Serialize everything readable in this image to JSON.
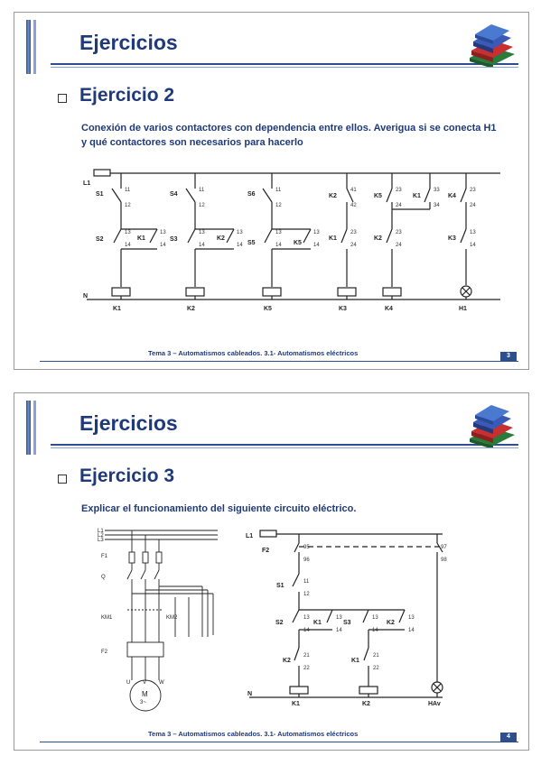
{
  "slides": [
    {
      "title": "Ejercicios",
      "subtitle": "Ejercicio 2",
      "description": "Conexión de varios contactores con dependencia entre ellos. Averigua si se conecta H1 y qué contactores son necesarios para hacerlo",
      "footer": "Tema 3 – Automatismos cableados. 3.1- Automatismos eléctricos",
      "page": "3"
    },
    {
      "title": "Ejercicios",
      "subtitle": "Ejercicio 3",
      "description": "Explicar el funcionamiento del siguiente circuito eléctrico.",
      "footer": "Tema 3 – Automatismos cableados. 3.1- Automatismos eléctricos",
      "page": "4"
    }
  ],
  "diagram1": {
    "L": "L1",
    "N": "N",
    "columns": [
      {
        "top_label": "S1",
        "top_n": [
          "11",
          "12"
        ],
        "mid_left": "S2",
        "mid_right": "K1",
        "mid_n": [
          "13",
          "14",
          "13",
          "14"
        ],
        "coil": "K1"
      },
      {
        "top_label": "S4",
        "top_n": [
          "11",
          "12"
        ],
        "mid_left": "S3",
        "mid_right": "K2",
        "mid_n": [
          "13",
          "14",
          "13",
          "14"
        ],
        "coil": "K2"
      },
      {
        "top_label": "S6",
        "top_n": [
          "11",
          "12"
        ],
        "mid_left": "S5",
        "mid_right": "K5",
        "mid_n": [
          "13",
          "14",
          "13",
          "14"
        ],
        "coil": "K5"
      },
      {
        "top_label": "K2",
        "top_n": [
          "41",
          "42"
        ],
        "mid_left": "K1",
        "mid_n": [
          "23",
          "24"
        ],
        "coil": "K3"
      },
      {
        "top_label": "K5",
        "top_n": [
          "23",
          "24"
        ],
        "mid_left": "K2",
        "mid_n": [
          "23",
          "24"
        ],
        "coil": "K4",
        "extra": "K1",
        "extra_n": [
          "33",
          "34"
        ]
      },
      {
        "top_label": "K4",
        "top_n": [
          "23",
          "24"
        ],
        "mid_left": "K3",
        "mid_n": [
          "13",
          "14"
        ],
        "coil": "H1"
      }
    ]
  },
  "diagram2": {
    "power": {
      "lines": [
        "L1",
        "L2",
        "L3"
      ],
      "labels": [
        "F1",
        "Q",
        "KM1",
        "KM2",
        "F2"
      ],
      "motor": "M",
      "motor_sub": "3~",
      "phases": [
        "U",
        "V",
        "W"
      ]
    },
    "control": {
      "L": "L1",
      "N": "N",
      "F2": "F2",
      "F2_n": [
        "95",
        "96"
      ],
      "F2b_n": [
        "97",
        "98"
      ],
      "S1": "S1",
      "S1_n": [
        "11",
        "12"
      ],
      "S2": "S2",
      "S2_n": [
        "13",
        "14"
      ],
      "K1a": "K1",
      "K1a_n": [
        "13",
        "14"
      ],
      "S3": "S3",
      "S3_n": [
        "13",
        "14"
      ],
      "K2a": "K2",
      "K2a_n": [
        "13",
        "14"
      ],
      "K2b": "K2",
      "K2b_n": [
        "21",
        "22"
      ],
      "K1b": "K1",
      "K1b_n": [
        "21",
        "22"
      ],
      "coils": [
        "K1",
        "K2",
        "HAv"
      ]
    }
  }
}
